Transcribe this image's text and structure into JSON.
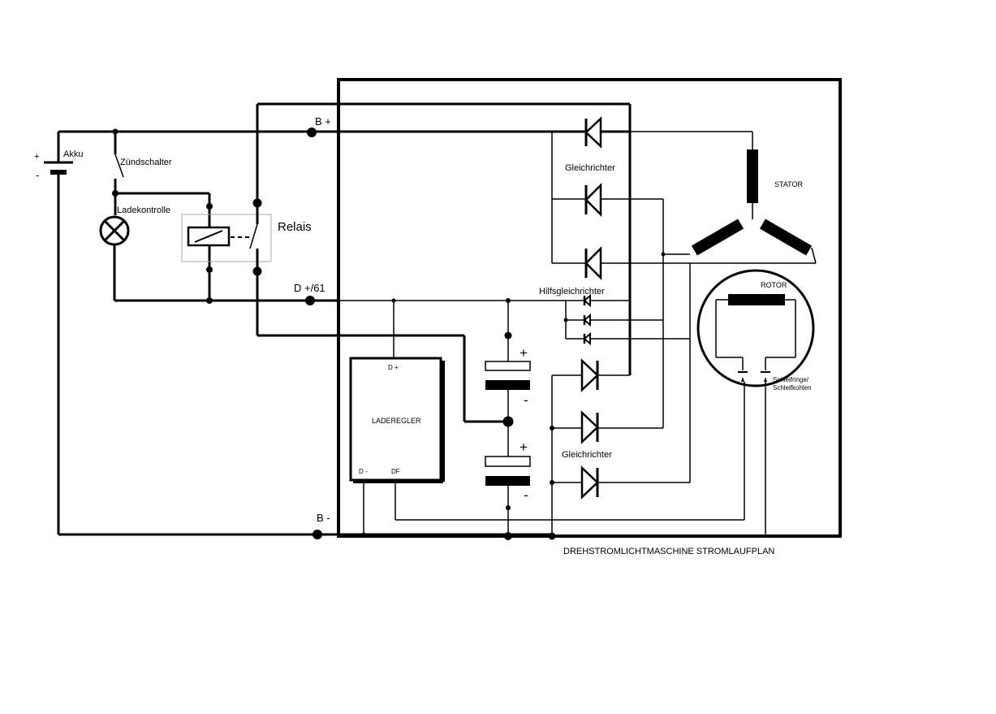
{
  "labels": {
    "battery_plus": "+",
    "battery_minus": "-",
    "akku": "Akku",
    "zuendschalter": "Zündschalter",
    "ladekontrolle": "Ladekontrolle",
    "relais": "Relais",
    "b_plus": "B +",
    "d_plus_61": "D +/61",
    "b_minus": "B -",
    "gleichrichter_top": "Gleichrichter",
    "gleichrichter_bottom": "Gleichrichter",
    "hilfsgleichrichter": "Hilfsgleichrichter",
    "stator": "STATOR",
    "rotor": "ROTOR",
    "schleifringe_1": "Schleifringe/",
    "schleifringe_2": "Schleifkohlen",
    "laderegler": "LADEREGLER",
    "laderegler_d_plus": "D +",
    "laderegler_d_minus": "D -",
    "laderegler_df": "DF",
    "cap1_plus": "+",
    "cap1_minus": "-",
    "cap2_plus": "+",
    "cap2_minus": "-",
    "caption": "DREHSTROMLICHTMASCHINE STROMLAUFPLAN"
  }
}
